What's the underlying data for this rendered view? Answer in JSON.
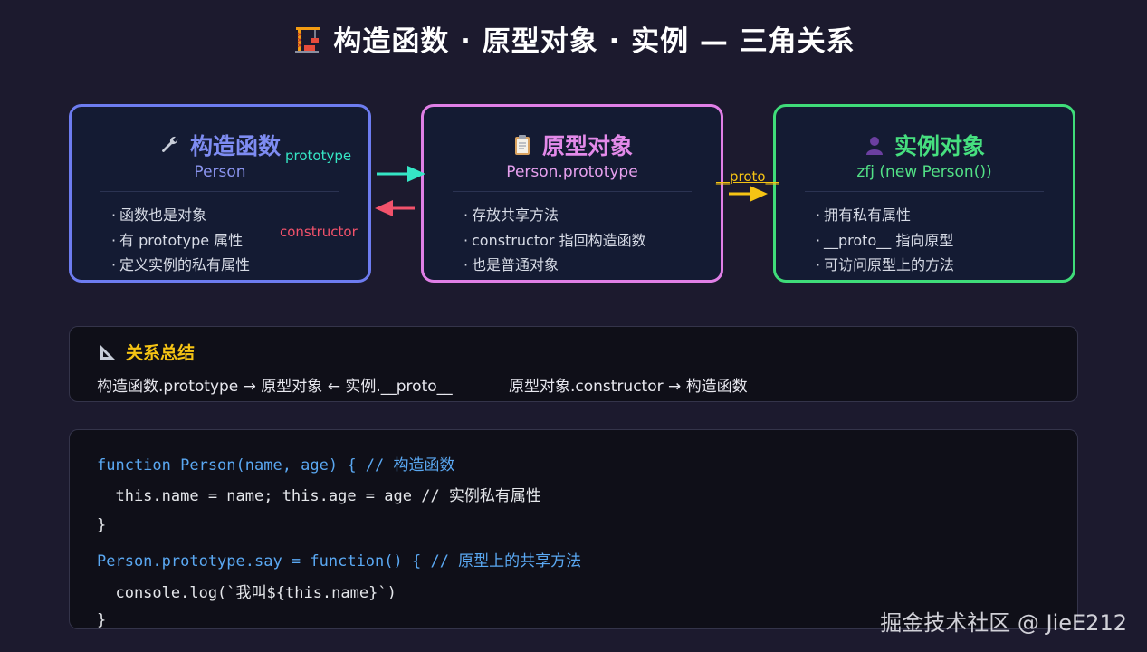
{
  "title": "构造函数 · 原型对象 · 实例 — 三角关系",
  "colors": {
    "constructor": "#6d7cf0",
    "prototype": "#e07fe6",
    "instance": "#3fdc79",
    "prototype_arrow": "#35e6c5",
    "constructor_arrow": "#f2526b",
    "proto_arrow": "#f6c414"
  },
  "boxes": {
    "constructor": {
      "icon": "wrench-icon",
      "title": "构造函数",
      "subtitle": "Person",
      "items": [
        "函数也是对象",
        "有 prototype 属性",
        "定义实例的私有属性"
      ]
    },
    "prototype": {
      "icon": "clipboard-icon",
      "title": "原型对象",
      "subtitle": "Person.prototype",
      "items": [
        "存放共享方法",
        "constructor 指回构造函数",
        "也是普通对象"
      ]
    },
    "instance": {
      "icon": "user-icon",
      "title": "实例对象",
      "subtitle": "zfj (new Person())",
      "items": [
        "拥有私有属性",
        "__proto__ 指向原型",
        "可访问原型上的方法"
      ]
    }
  },
  "arrows": {
    "prototype_label": "prototype",
    "constructor_label": "constructor",
    "proto_label": "__proto__"
  },
  "summary": {
    "icon": "triangle-ruler-icon",
    "title": "关系总结",
    "line1": "构造函数.prototype → 原型对象 ← 实例.__proto__",
    "line2": "原型对象.constructor → 构造函数"
  },
  "code": {
    "lines": [
      "function Person(name, age) { // 构造函数",
      "  this.name = name; this.age = age // 实例私有属性",
      "}",
      "Person.prototype.say = function() { // 原型上的共享方法",
      "  console.log(`我叫${this.name}`)",
      "}"
    ]
  },
  "watermark": "掘金技术社区 @ JieE212"
}
